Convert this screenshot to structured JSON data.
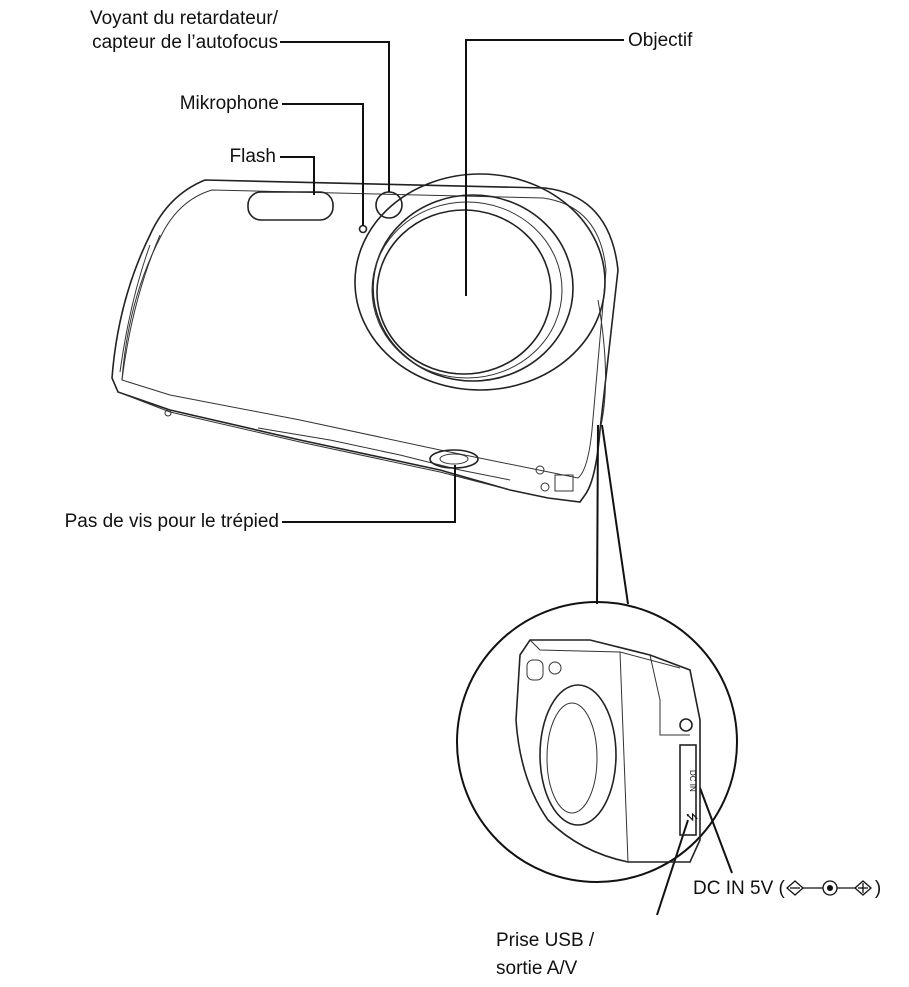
{
  "labels": {
    "voyant_line1": "Voyant du retardateur/",
    "voyant_line2": "capteur de l’autofocus",
    "microphone": "Mikrophone",
    "flash": "Flash",
    "objectif": "Objectif",
    "tripod": "Pas de vis pour le trépied",
    "dc_in_prefix": "DC IN 5V (",
    "dc_in_suffix": ")",
    "usb_line1": "Prise USB /",
    "usb_line2": "sortie A/V"
  },
  "port_markings": {
    "dc_in": "DC IN",
    "usb_symbol": "⭍"
  },
  "icons": [
    "polarity-symbol-icon",
    "usb-icon"
  ]
}
